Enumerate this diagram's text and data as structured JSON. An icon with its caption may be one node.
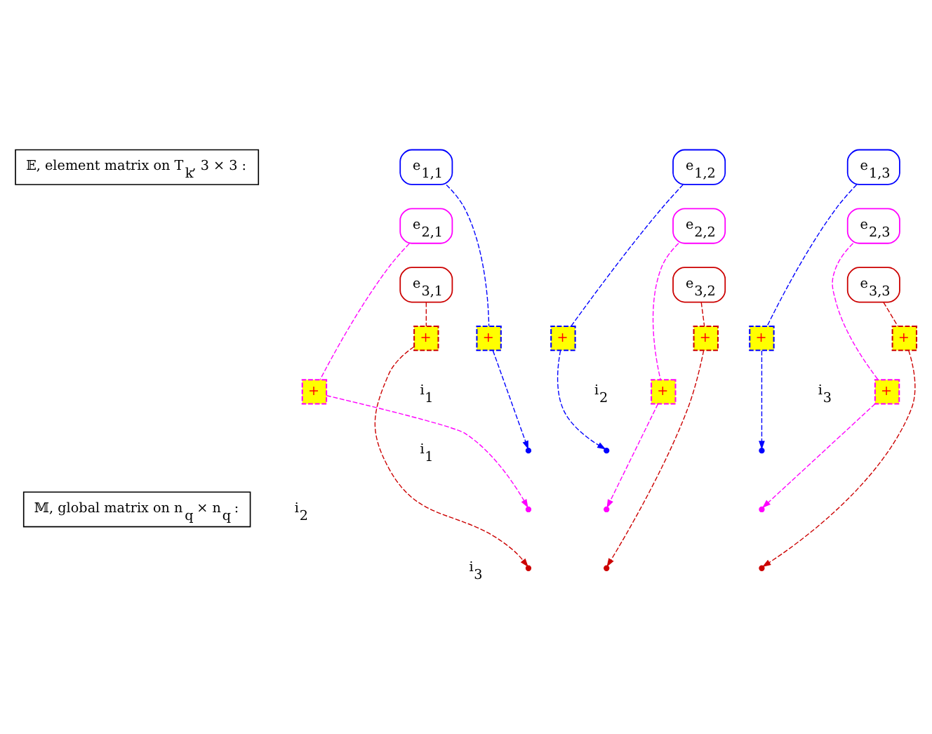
{
  "diagram": {
    "nodes": [
      {
        "text": [
          "𝔼, element matrix on T$_{k}$, 3 × 3 :"
        ]
      },
      {
        "text": [
          "e$_{1,1}$"
        ]
      },
      {
        "text": [
          "e$_{1,2}$"
        ]
      },
      {
        "text": [
          "e$_{1,3}$"
        ]
      },
      {
        "text": [
          "e$_{2,1}$"
        ]
      },
      {
        "text": [
          "e$_{2,2}$"
        ]
      },
      {
        "text": [
          "e$_{2,3}$"
        ]
      },
      {
        "text": [
          "e$_{3,1}$"
        ]
      },
      {
        "text": [
          "e$_{3,2}$"
        ]
      },
      {
        "text": [
          "e$_{3,3}$"
        ]
      },
      {
        "text": [
          "𝕄, global matrix on n$_{q}$ × n$_{q}$ :"
        ]
      },
      {
        "text": [
          "+"
        ]
      },
      {
        "text": [
          "+"
        ]
      },
      {
        "text": [
          "+"
        ]
      },
      {
        "text": [
          "+"
        ]
      },
      {
        "text": [
          "+"
        ]
      },
      {
        "text": [
          "+"
        ]
      },
      {
        "text": [
          "+"
        ]
      },
      {
        "text": [
          "+"
        ]
      },
      {
        "text": [
          "+"
        ]
      },
      {
        "text": [],
        "shape": "circle"
      },
      {
        "text": [],
        "shape": "circle"
      },
      {
        "text": [],
        "shape": "circle"
      },
      {
        "text": [],
        "shape": "circle"
      },
      {
        "text": [],
        "shape": "circle"
      },
      {
        "text": [],
        "shape": "circle"
      },
      {
        "text": [],
        "shape": "circle"
      },
      {
        "text": [],
        "shape": "circle"
      },
      {
        "text": [],
        "shape": "circle"
      }
    ],
    "edges": [
      {
        "from": 1,
        "to": 11,
        "arrow": "none",
        "style": "dashed",
        "color": "#0000ff"
      },
      {
        "from": 11,
        "to": 20,
        "arrow": "to",
        "style": "dashed",
        "color": "#0000ff"
      },
      {
        "from": 2,
        "to": 12,
        "arrow": "none",
        "style": "dashed",
        "color": "#0000ff"
      },
      {
        "from": 12,
        "to": 21,
        "arrow": "to",
        "style": "dashed",
        "color": "#0000ff"
      },
      {
        "from": 3,
        "to": 13,
        "arrow": "none",
        "style": "dashed",
        "color": "#0000ff"
      },
      {
        "from": 13,
        "to": 22,
        "arrow": "to",
        "style": "dashed",
        "color": "#0000ff"
      },
      {
        "from": 4,
        "to": 14,
        "arrow": "none",
        "style": "dashed",
        "color": "#ff00ff"
      },
      {
        "from": 14,
        "to": 23,
        "arrow": "to",
        "style": "dashed",
        "color": "#ff00ff"
      },
      {
        "from": 5,
        "to": 15,
        "arrow": "none",
        "style": "dashed",
        "color": "#ff00ff"
      },
      {
        "from": 15,
        "to": 24,
        "arrow": "to",
        "style": "dashed",
        "color": "#ff00ff"
      },
      {
        "from": 6,
        "to": 16,
        "arrow": "none",
        "style": "dashed",
        "color": "#ff00ff"
      },
      {
        "from": 16,
        "to": 25,
        "arrow": "to",
        "style": "dashed",
        "color": "#ff00ff"
      },
      {
        "from": 7,
        "to": 17,
        "arrow": "none",
        "style": "dashed",
        "color": "#cc0000"
      },
      {
        "from": 17,
        "to": 26,
        "arrow": "to",
        "style": "dashed",
        "color": "#cc0000"
      },
      {
        "from": 8,
        "to": 18,
        "arrow": "none",
        "style": "dashed",
        "color": "#cc0000"
      },
      {
        "from": 18,
        "to": 27,
        "arrow": "to",
        "style": "dashed",
        "color": "#cc0000"
      },
      {
        "from": 9,
        "to": 19,
        "arrow": "none",
        "style": "dashed",
        "color": "#cc0000"
      },
      {
        "from": 19,
        "to": 28,
        "arrow": "to",
        "style": "dashed",
        "color": "#cc0000"
      }
    ],
    "labels": [
      "i$_{1}$",
      "i$_{2}$",
      "i$_{3}$",
      "i$_{1}$",
      "i$_{2}$",
      "i$_{3}$"
    ]
  }
}
